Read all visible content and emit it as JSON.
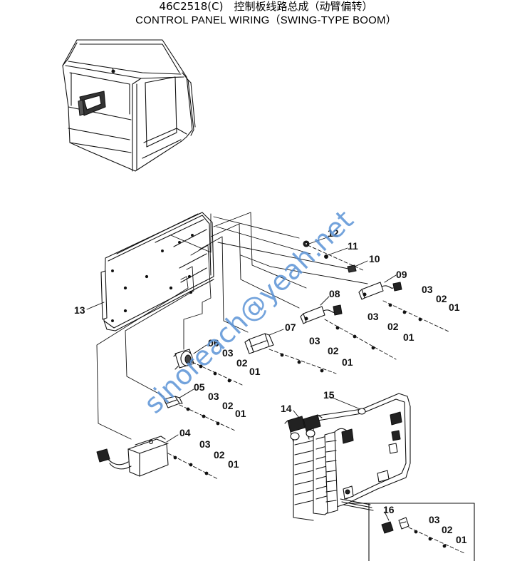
{
  "title": {
    "line1": "46C2518(C)　控制板线路总成（动臂偏转）",
    "line2": "CONTROL PANEL WIRING（SWING-TYPE BOOM）"
  },
  "watermark": "sinoreach@yeah.net",
  "colors": {
    "line": "#111111",
    "watermark": "#5b93d6"
  },
  "callouts": {
    "c13": "13",
    "c12": "12",
    "c11": "11",
    "c10": "10",
    "c09": "09",
    "c09_03": "03",
    "c09_02": "02",
    "c09_01": "01",
    "c08": "08",
    "c08_03": "03",
    "c08_02": "02",
    "c08_01": "01",
    "c07": "07",
    "c07_03": "03",
    "c07_02": "02",
    "c07_01": "01",
    "c06": "06",
    "c06_03": "03",
    "c06_02": "02",
    "c06_01": "01",
    "c05": "05",
    "c05_03": "03",
    "c05_02": "02",
    "c05_01": "01",
    "c04": "04",
    "c04_03": "03",
    "c04_02": "02",
    "c04_01": "01",
    "c14": "14",
    "c15": "15",
    "c16": "16",
    "c16_03": "03",
    "c16_02": "02",
    "c16_01": "01"
  }
}
